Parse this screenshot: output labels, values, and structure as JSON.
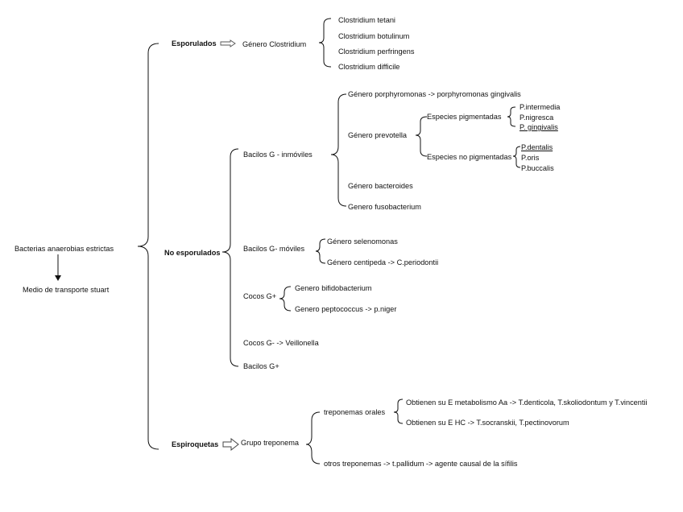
{
  "root": {
    "title": "Bacterias anaerobias estrictas",
    "transport": "Medio de transporte stuart"
  },
  "esporulados": {
    "label": "Esporulados",
    "genus": "Género Clostridium",
    "species": [
      "Clostridium tetani",
      "Clostridium  botulinum",
      "Clostridium perfringens",
      "Clostridium difficile"
    ]
  },
  "no_esporulados": {
    "label": "No esporulados",
    "bacilos_inmoviles": {
      "label": "Bacilos G - inmóviles",
      "porphyromonas": "Género porphyromonas  -> porphyromonas gingivalis",
      "prevotella": {
        "label": "Género prevotella",
        "pigmentadas": {
          "label": "Especies pigmentadas",
          "items": [
            "P.intermedia",
            "P.nigresca",
            "P. gingivalis"
          ]
        },
        "no_pigmentadas": {
          "label": "Especies no pigmentadas",
          "items": [
            "P.dentalis",
            "P.oris",
            "P.buccalis"
          ]
        }
      },
      "bacteroides": "Género bacteroides",
      "fusobacterium": "Genero fusobacterium"
    },
    "bacilos_moviles": {
      "label": "Bacilos G- móviles",
      "selenomonas": "Género selenomonas",
      "centipeda": "Género centipeda -> C.periodontii"
    },
    "cocos_pos": {
      "label": "Cocos G+",
      "bifido": "Genero bifidobacterium",
      "peptococcus": "Genero peptococcus ->  p.niger"
    },
    "cocos_neg": "Cocos G-  -> Veillonella",
    "bacilos_pos": "Bacilos G+"
  },
  "espiroquetas": {
    "label": "Espiroquetas",
    "group": "Grupo treponema",
    "orales": {
      "label": "treponemas orales",
      "aa": "Obtienen su E metabolismo Aa -> T.denticola, T.skoliodontum y T.vincentii",
      "hc": "Obtienen su E HC -> T.socranskii, T.pectinovorum"
    },
    "otros": "otros treponemas -> t.pallidum -> agente causal de la sífilis"
  }
}
